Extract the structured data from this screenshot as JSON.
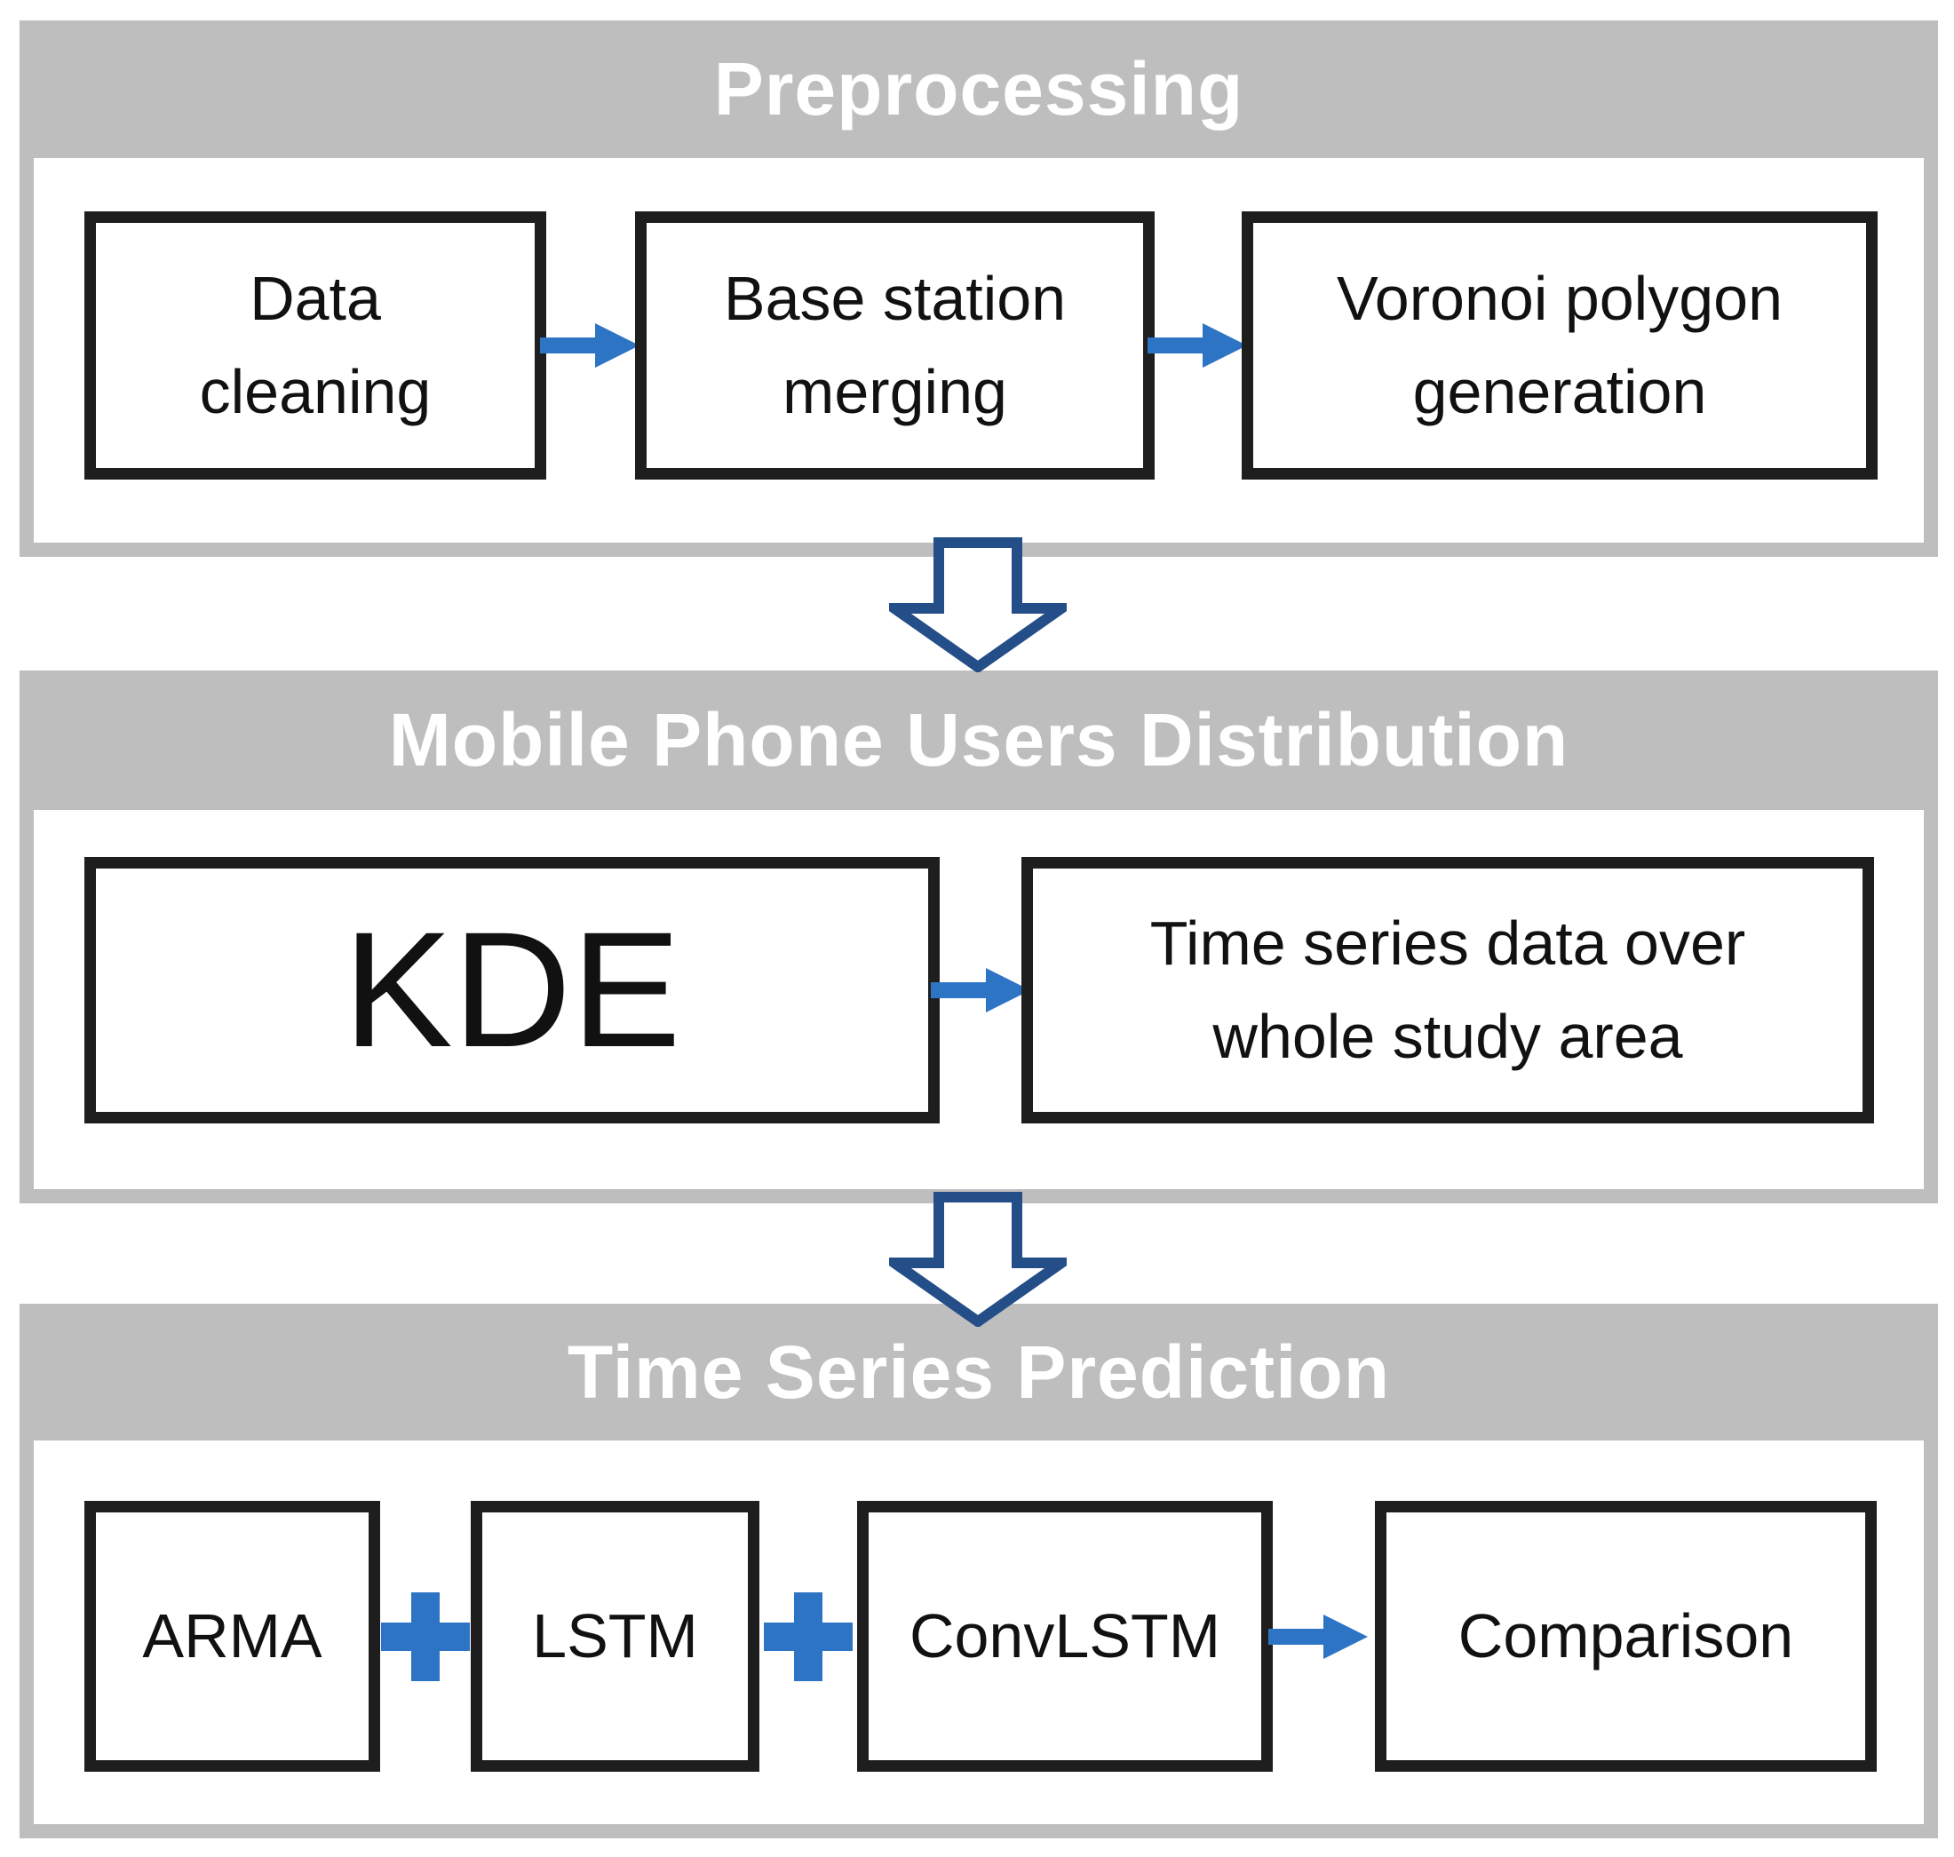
{
  "colors": {
    "background": "#ffffff",
    "panel_gray": "#bebebe",
    "header_text": "#ffffff",
    "box_border": "#1e1e1e",
    "box_text": "#111111",
    "arrow_blue": "#2e74c4",
    "block_arrow_navy": "#234e87"
  },
  "sections": [
    {
      "title": "Preprocessing",
      "boxes": [
        {
          "lines": [
            "Data",
            "cleaning"
          ]
        },
        {
          "lines": [
            "Base station",
            "merging"
          ]
        },
        {
          "lines": [
            "Voronoi polygon",
            "generation"
          ]
        }
      ],
      "connectors": [
        "arrow",
        "arrow"
      ]
    },
    {
      "title": "Mobile Phone Users Distribution",
      "boxes": [
        {
          "lines": [
            "KDE"
          ]
        },
        {
          "lines": [
            "Time series data over",
            "whole study area"
          ]
        }
      ],
      "connectors": [
        "arrow"
      ]
    },
    {
      "title": "Time Series Prediction",
      "boxes": [
        {
          "lines": [
            "ARMA"
          ]
        },
        {
          "lines": [
            "LSTM"
          ]
        },
        {
          "lines": [
            "ConvLSTM"
          ]
        },
        {
          "lines": [
            "Comparison"
          ]
        }
      ],
      "connectors": [
        "plus",
        "plus",
        "arrow"
      ]
    }
  ],
  "between_sections": [
    "down-arrow",
    "down-arrow"
  ]
}
